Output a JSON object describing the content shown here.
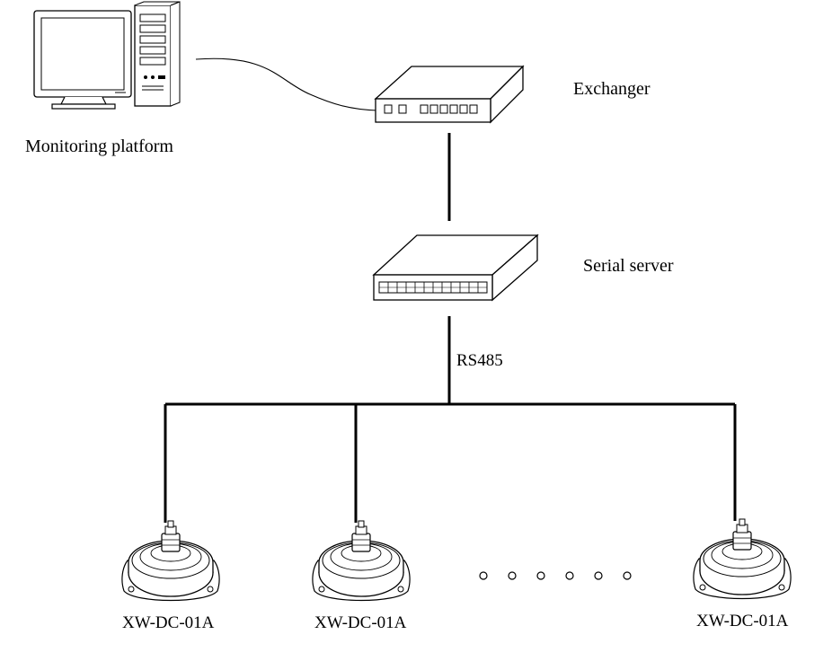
{
  "labels": {
    "monitoring_platform": "Monitoring platform",
    "exchanger": "Exchanger",
    "serial_server": "Serial server",
    "bus": "RS485",
    "sensor_1": "XW-DC-01A",
    "sensor_2": "XW-DC-01A",
    "sensor_3": "XW-DC-01A"
  },
  "colors": {
    "line": "#000000",
    "background": "#ffffff",
    "device_fill": "#ffffff"
  },
  "icons": {
    "computer": "desktop-computer-icon",
    "switch": "network-switch-icon",
    "serial_server": "serial-server-icon",
    "sensor": "settlement-sensor-icon"
  }
}
